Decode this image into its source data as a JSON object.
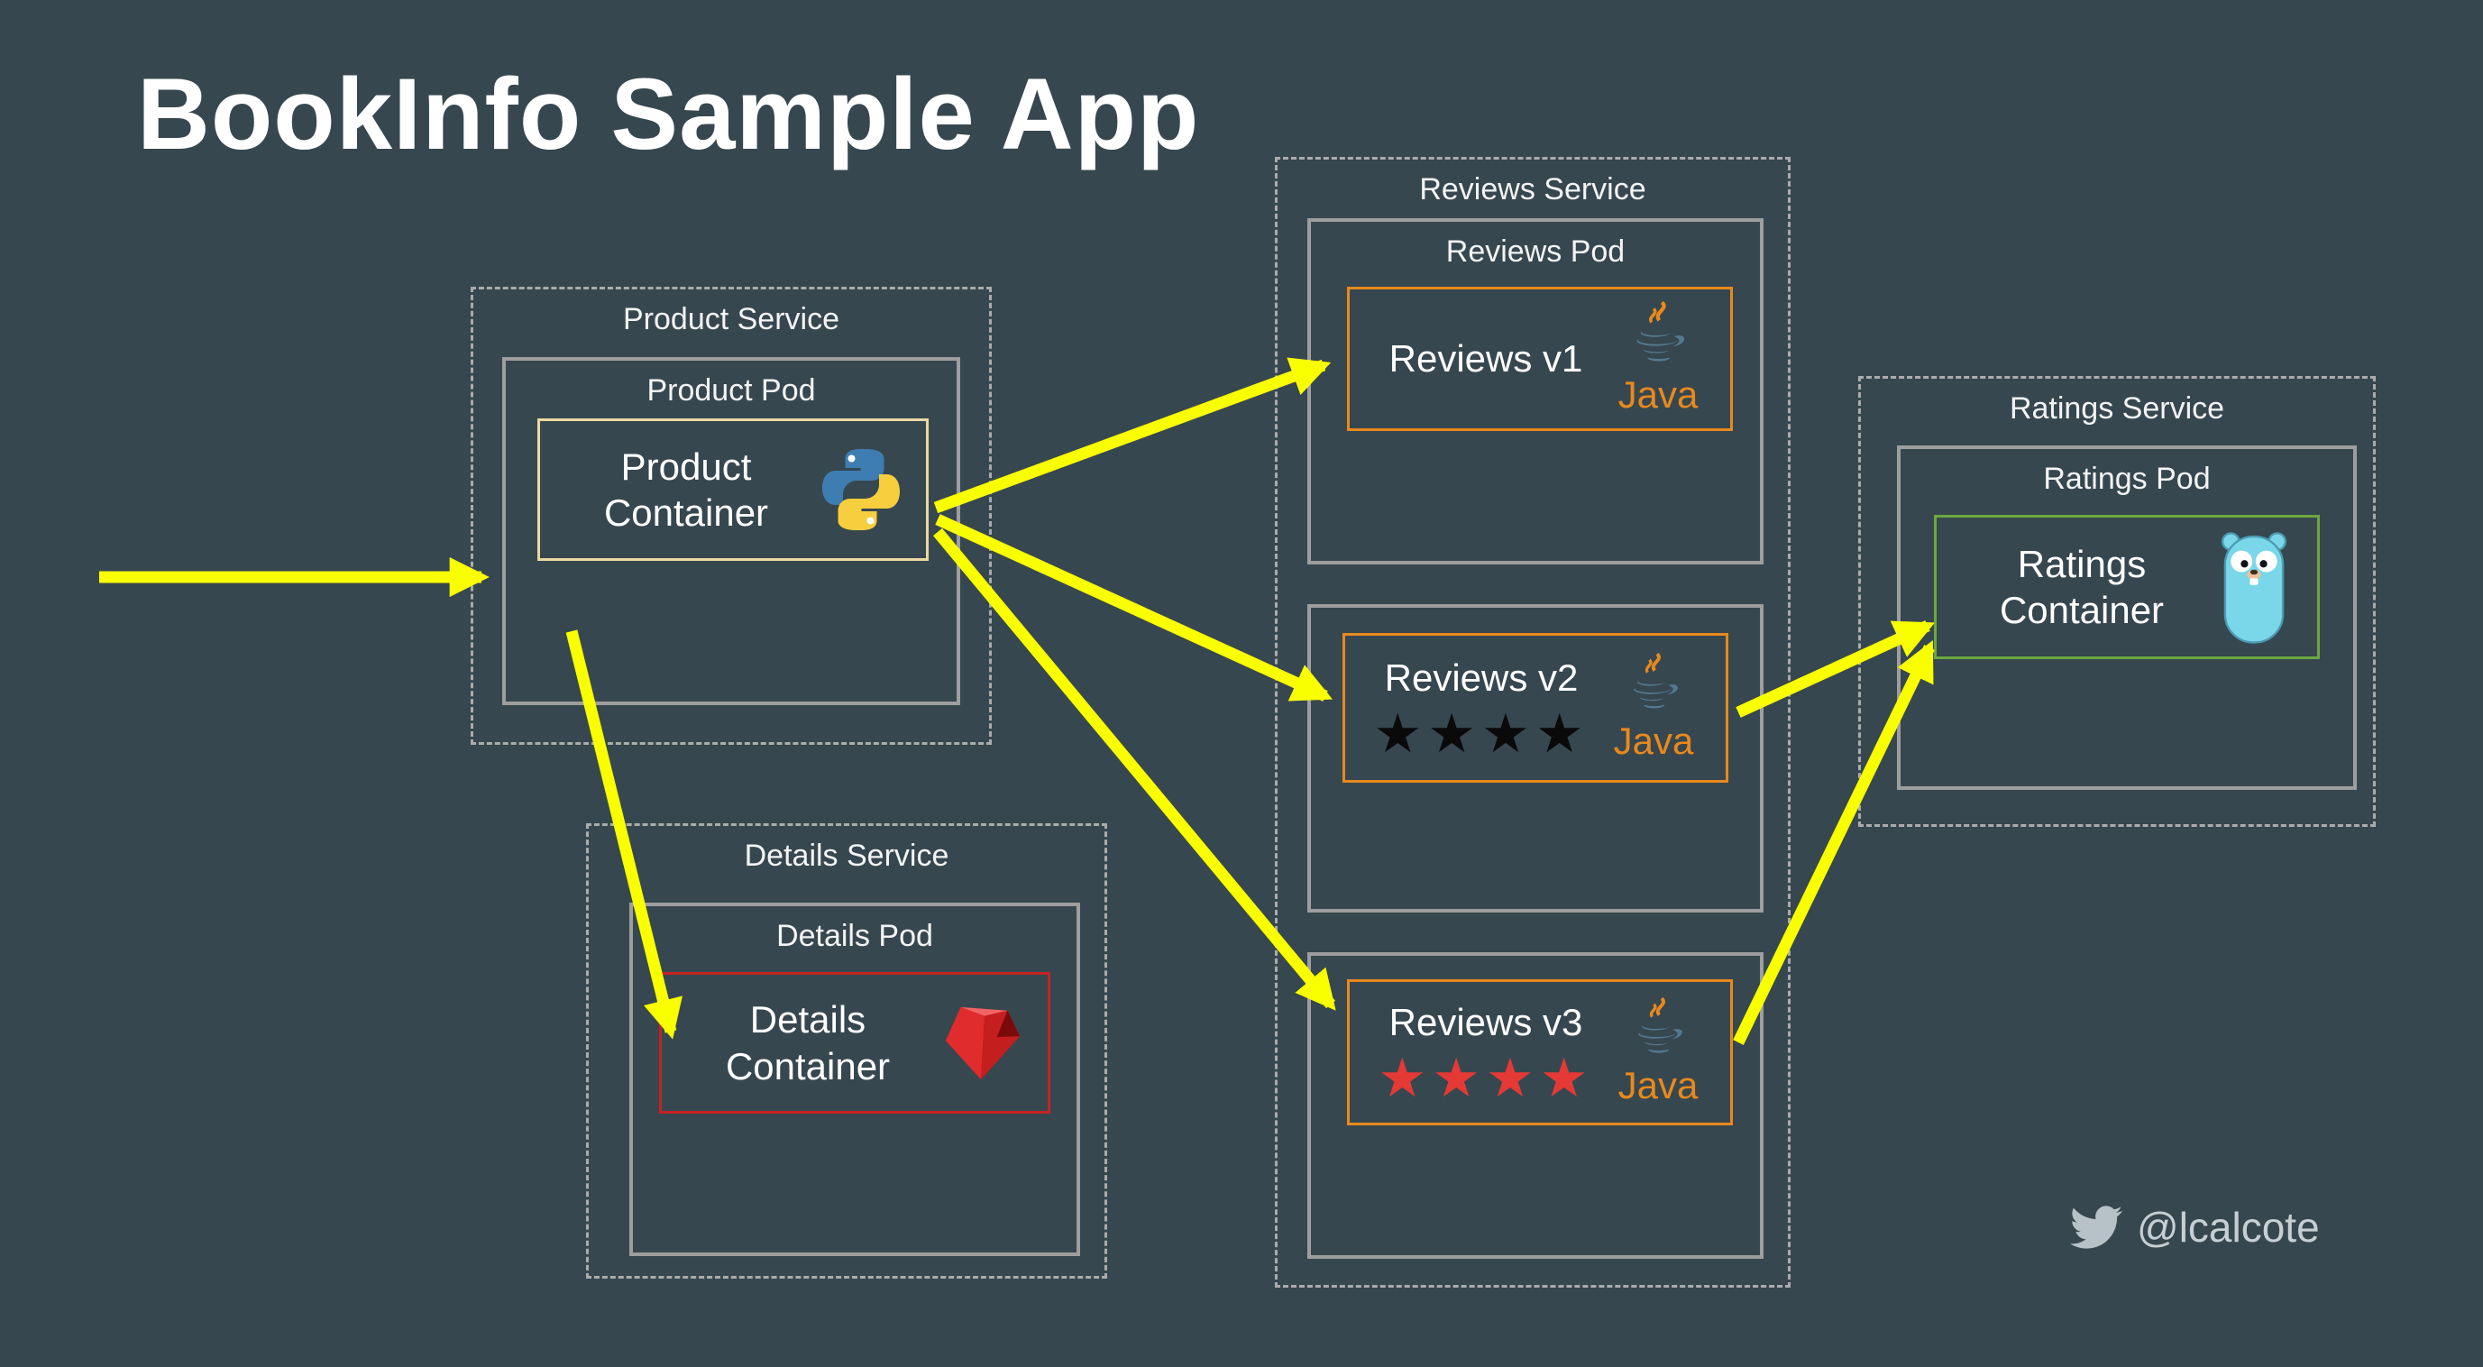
{
  "title": "BookInfo Sample App",
  "attribution": {
    "handle": "@lcalcote"
  },
  "product": {
    "service_label": "Product Service",
    "pod_label": "Product Pod",
    "container_label": "Product Container"
  },
  "details": {
    "service_label": "Details Service",
    "pod_label": "Details Pod",
    "container_label": "Details Container"
  },
  "reviews": {
    "service_label": "Reviews Service",
    "pod_label": "Reviews Pod",
    "v1": {
      "label": "Reviews v1",
      "language_label": "Java"
    },
    "v2": {
      "label": "Reviews v2",
      "language_label": "Java",
      "stars": "★★★★"
    },
    "v3": {
      "label": "Reviews v3",
      "language_label": "Java",
      "stars": "★★★★"
    }
  },
  "ratings": {
    "service_label": "Ratings Service",
    "pod_label": "Ratings Pod",
    "container_label": "Ratings Container"
  },
  "icons": {
    "product_language": "python-icon",
    "details_language": "ruby-icon",
    "reviews_language": "java-icon",
    "ratings_language": "go-gopher-icon",
    "attribution": "twitter-bird-icon"
  },
  "connections": [
    {
      "from": "client",
      "to": "product-container"
    },
    {
      "from": "product-container",
      "to": "reviews-v1"
    },
    {
      "from": "product-container",
      "to": "reviews-v2"
    },
    {
      "from": "product-container",
      "to": "reviews-v3"
    },
    {
      "from": "product-container",
      "to": "details-container"
    },
    {
      "from": "reviews-v2",
      "to": "ratings-container"
    },
    {
      "from": "reviews-v3",
      "to": "ratings-container"
    }
  ],
  "colors": {
    "background": "#37474F",
    "text": "#FFFFFF",
    "muted-text": "#C6CFD4",
    "service-border": "#ABABAB",
    "pod-border": "#9E9E9E",
    "python-border": "#EAD9A2",
    "ruby-border": "#C62222",
    "java-border": "#E8891D",
    "go-border": "#6CA83F",
    "java-text": "#E8891D",
    "stars-black": "#0A0A0A",
    "stars-red": "#E53935",
    "arrow-yellow": "#FAFF00"
  }
}
